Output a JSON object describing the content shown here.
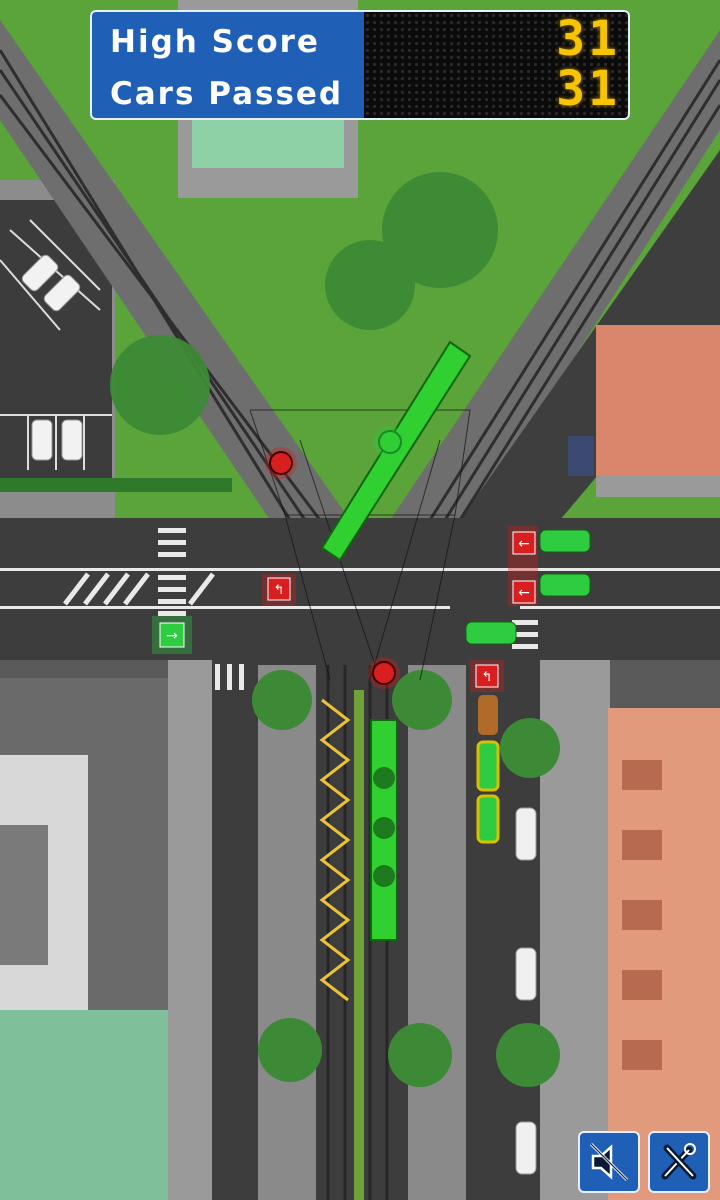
{
  "hud": {
    "high_score_label": "High Score",
    "cars_passed_label": "Cars Passed",
    "high_score_value": "31",
    "cars_passed_value": "31"
  },
  "controls": {
    "mute_icon": "speaker-muted-icon",
    "settings_icon": "wrench-screwdriver-icon"
  },
  "signals": {
    "tram_north": "red",
    "tram_south": "red",
    "car_east_left": "red",
    "car_east_right": "red",
    "car_south_left": "red",
    "car_west_left": "red",
    "car_west_straight": "green"
  },
  "colors": {
    "signal_red": "#d81e1e",
    "signal_green": "#2ecc40",
    "tram": "#2fd02f",
    "hud_blue": "#1f5fb5",
    "digit_amber": "#f7c400"
  }
}
